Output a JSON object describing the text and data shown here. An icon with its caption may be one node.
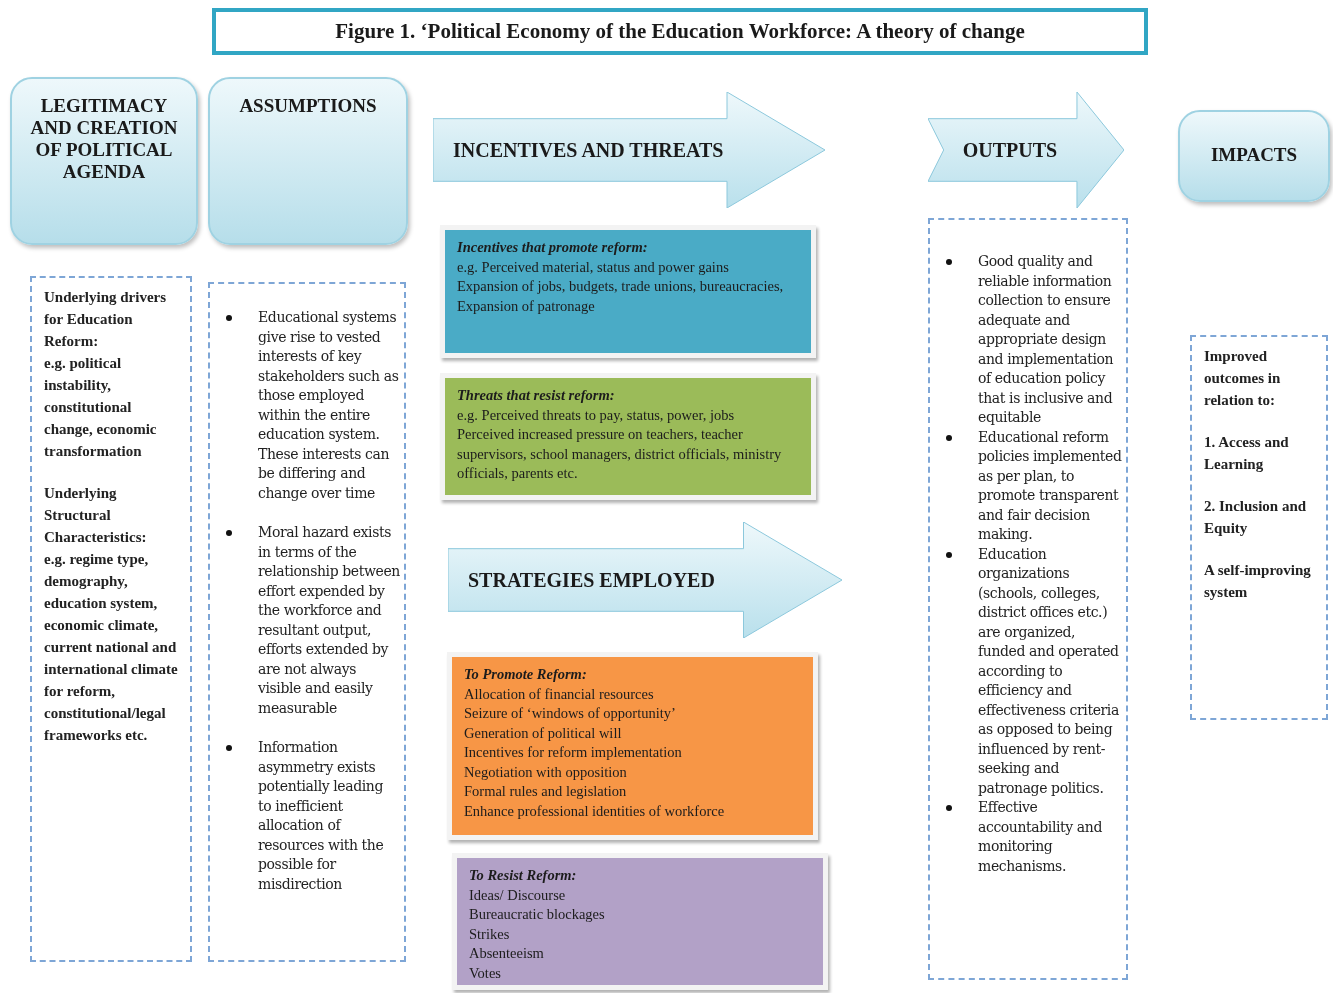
{
  "diagram": {
    "title": "Figure 1. ‘Political Economy of the Education Workforce: A theory of change",
    "nodes": [
      {
        "text": [
          "LEGITIMACY AND CREATION OF POLITICAL AGENDA"
        ]
      },
      {
        "text": [
          "ASSUMPTIONS"
        ]
      },
      {
        "text": [
          "INCENTIVES AND THREATS"
        ]
      },
      {
        "text": [
          "OUTPUTS"
        ]
      },
      {
        "text": [
          "IMPACTS"
        ]
      },
      {
        "text": [
          "Underlying drivers for Education Reform:",
          "e.g. political instability, constitutional change, economic transformation",
          "Underlying Structural Characteristics:",
          "e.g. regime type, demography, education system, economic climate, current national and international climate for reform, constitutional/legal frameworks etc."
        ]
      },
      {
        "text": [
          "Educational systems give rise to vested interests of key stakeholders such as those employed within the entire education system. These interests can be differing and change over time",
          "Moral hazard exists in terms of the relationship between effort expended by the workforce and resultant output, efforts extended by are not always visible and easily measurable",
          "Information asymmetry exists potentially leading to inefficient allocation of resources with the possible for misdirection"
        ]
      },
      {
        "text": [
          "Incentives that promote reform:",
          "e.g. Perceived material, status and power gains",
          "Expansion of jobs, budgets, trade unions, bureaucracies,",
          "Expansion of patronage"
        ]
      },
      {
        "text": [
          "Threats that resist reform:",
          "e.g. Perceived threats to pay, status, power, jobs",
          "Perceived increased pressure on teachers, teacher supervisors, school managers, district officials, ministry officials, parents etc."
        ]
      },
      {
        "text": [
          "STRATEGIES EMPLOYED"
        ]
      },
      {
        "text": [
          "To Promote Reform:",
          "Allocation of financial resources",
          "Seizure of ‘windows of opportunity’",
          "Generation of political will",
          "Incentives for reform implementation",
          "Negotiation with opposition",
          "Formal rules and legislation",
          "Enhance professional identities of workforce"
        ]
      },
      {
        "text": [
          "To Resist Reform:",
          "Ideas/ Discourse",
          "Bureaucratic blockages",
          "Strikes",
          "Absenteeism",
          "Votes"
        ]
      },
      {
        "text": [
          "Good quality and reliable information collection to ensure adequate and appropriate design and implementation of education policy that is inclusive and equitable",
          "Educational reform policies implemented as per plan, to promote transparent and fair decision making.",
          "Education organizations (schools, colleges, district offices etc.) are organized, funded and operated according to efficiency and effectiveness criteria as opposed to being influenced by rent-seeking and patronage politics.",
          "Effective accountability and monitoring mechanisms."
        ]
      },
      {
        "text": [
          "Improved outcomes in relation to:",
          "1. Access and Learning",
          "2. Inclusion and Equity",
          "A self-improving system"
        ]
      }
    ]
  }
}
